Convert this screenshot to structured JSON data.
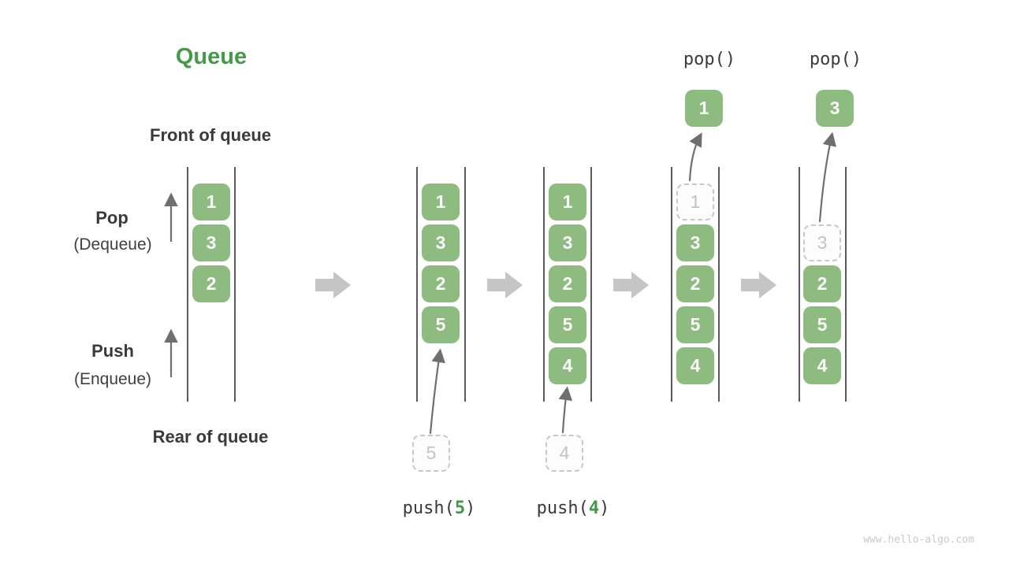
{
  "title": "Queue",
  "labels": {
    "front": "Front of queue",
    "rear": "Rear of queue",
    "pop_name": "Pop",
    "pop_sub": "(Dequeue)",
    "push_name": "Push",
    "push_sub": "(Enqueue)"
  },
  "watermark": "www.hello-algo.com",
  "colors": {
    "item_green": "#8dbb80",
    "accent_green": "#459a4a",
    "text_dark": "#3a3a3a",
    "flow_arrow_gray": "#c5c5c5",
    "dashed_gray": "#c8c8c8",
    "thin_arrow_gray": "#6f6f6f"
  },
  "queues": [
    {
      "slots": [
        {
          "v": "1"
        },
        {
          "v": "3"
        },
        {
          "v": "2"
        }
      ]
    },
    {
      "slots": [
        {
          "v": "1"
        },
        {
          "v": "3"
        },
        {
          "v": "2"
        },
        {
          "v": "5"
        }
      ],
      "pending": "5",
      "op_fn": "push(",
      "op_arg": "5",
      "op_close": ")"
    },
    {
      "slots": [
        {
          "v": "1"
        },
        {
          "v": "3"
        },
        {
          "v": "2"
        },
        {
          "v": "5"
        },
        {
          "v": "4"
        }
      ],
      "pending": "4",
      "op_fn": "push(",
      "op_arg": "4",
      "op_close": ")"
    },
    {
      "slots": [
        {
          "v": "1",
          "removed": true
        },
        {
          "v": "3"
        },
        {
          "v": "2"
        },
        {
          "v": "5"
        },
        {
          "v": "4"
        }
      ],
      "popped": "1",
      "op": "pop()"
    },
    {
      "slots": [
        {
          "v": "3",
          "removed": true
        },
        {
          "v": "2"
        },
        {
          "v": "5"
        },
        {
          "v": "4"
        }
      ],
      "popped": "3",
      "op": "pop()"
    }
  ]
}
